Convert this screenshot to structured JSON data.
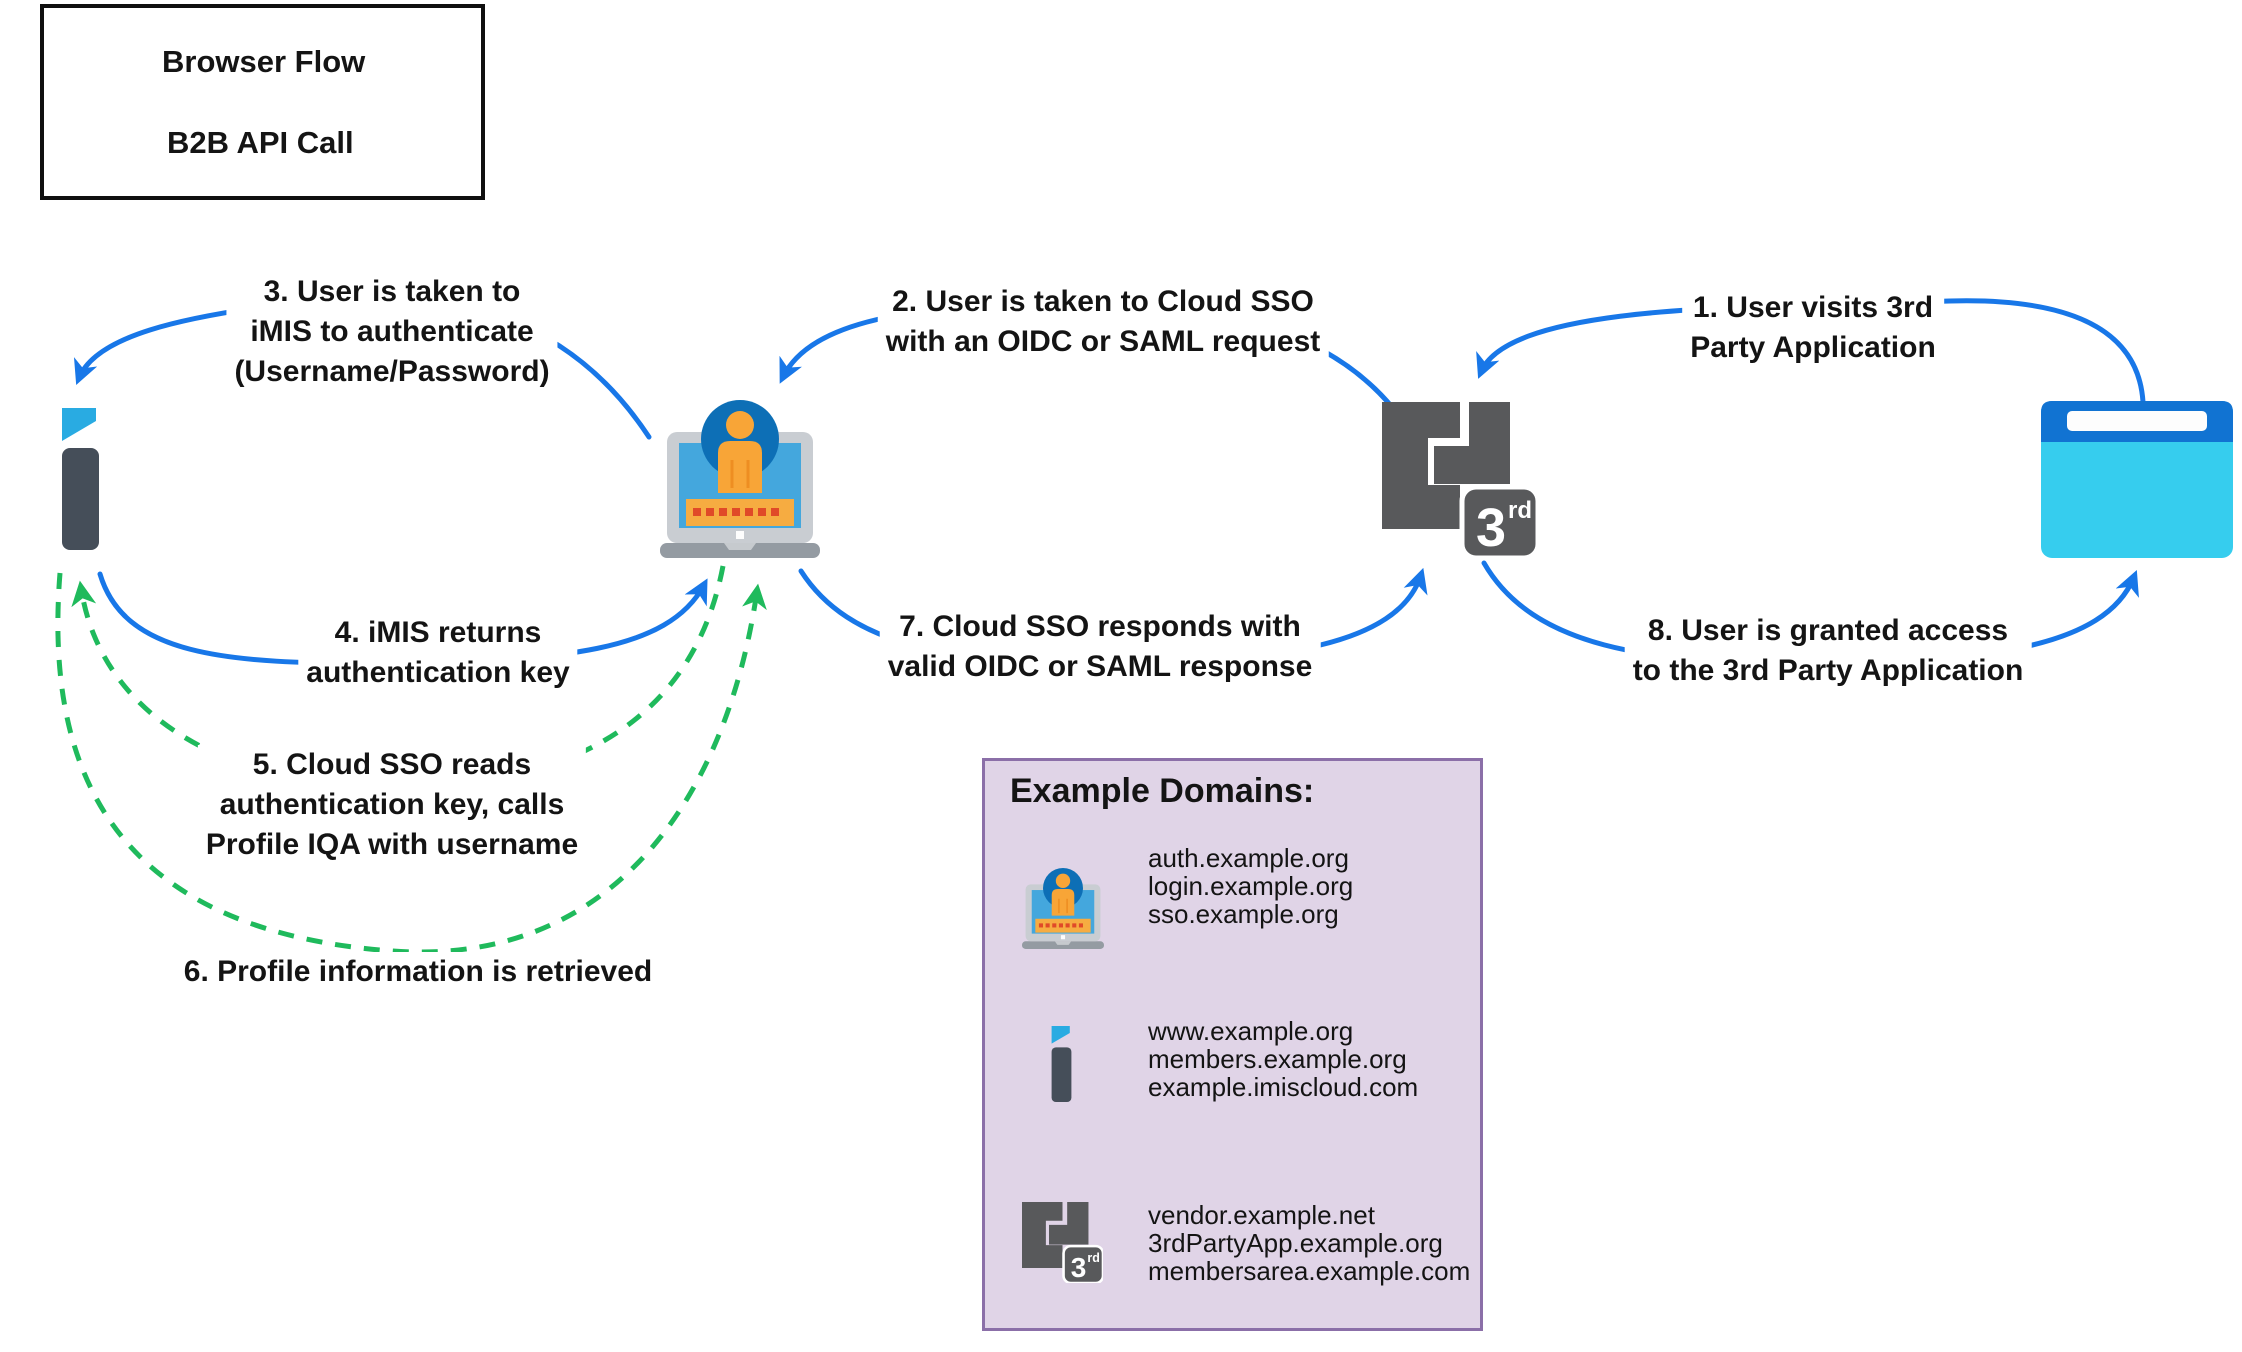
{
  "legend": {
    "browser_flow_label": "Browser Flow",
    "b2b_api_call_label": "B2B API Call"
  },
  "flow_labels": [
    {
      "lines": [
        "1. User visits 3rd",
        "Party Application"
      ]
    },
    {
      "lines": [
        "2. User is taken to Cloud SSO",
        "with an OIDC or SAML request"
      ]
    },
    {
      "lines": [
        "3. User is taken to",
        "iMIS to authenticate",
        "(Username/Password)"
      ]
    },
    {
      "lines": [
        "4. iMIS returns",
        "authentication key"
      ]
    },
    {
      "lines": [
        "5. Cloud SSO reads",
        "authentication key, calls",
        "Profile IQA with username"
      ]
    },
    {
      "lines": [
        "6. Profile information is retrieved"
      ]
    },
    {
      "lines": [
        "7. Cloud SSO responds with",
        "valid OIDC or SAML response"
      ]
    },
    {
      "lines": [
        "8. User is granted access",
        "to the 3rd Party Application"
      ]
    }
  ],
  "third_party_badge": {
    "number": "3",
    "suffix": "rd"
  },
  "example_domains": {
    "title": "Example Domains:",
    "groups": [
      {
        "icon": "cloud-sso-laptop-icon",
        "domains": [
          "auth.example.org",
          "login.example.org",
          "sso.example.org"
        ]
      },
      {
        "icon": "imis-icon",
        "domains": [
          "www.example.org",
          "members.example.org",
          "example.imiscloud.com"
        ]
      },
      {
        "icon": "third-party-app-icon",
        "domains": [
          "vendor.example.net",
          "3rdPartyApp.example.org",
          "membersarea.example.com"
        ]
      }
    ]
  },
  "colors": {
    "browser_flow_blue": "#1877E8",
    "api_call_green": "#1FBA5C",
    "imis_flag_cyan": "#29ABE2",
    "imis_body_slate": "#454E59",
    "third_party_gray": "#58595B",
    "laptop_frame_gray": "#C9CDD2",
    "laptop_base_gray": "#949BA2",
    "screen_blue": "#44A7DD",
    "avatar_circle_blue": "#0D6FB6",
    "person_orange": "#F8A537",
    "password_field_orange": "#F6AC41",
    "password_dots_red": "#E04A28",
    "browser_top_blue": "#1173D2",
    "browser_body_cyan": "#36CDEE",
    "domains_box_bg": "#E0D4E7",
    "domains_box_border": "#8B6FA8",
    "text_black": "#141414"
  }
}
